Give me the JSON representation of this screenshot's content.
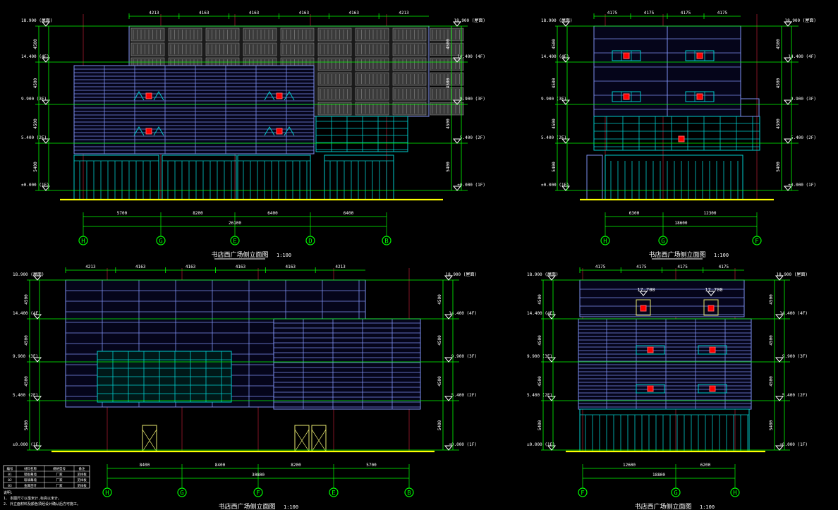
{
  "colors": {
    "background": "#000000",
    "wall": "#7d8ff0",
    "glass": "#00cccc",
    "dimension": "#00ff00",
    "gridline": "#ff2a4a",
    "ground": "#ffff00",
    "level_marker": "#ffffff",
    "window_red": "#ff0000",
    "louver": "#8c8c8c",
    "text": "#ffffff",
    "frame_yellow": "#e8e870"
  },
  "views": {
    "v1": {
      "title": "书店西广场侧立面图",
      "scale": "1:100",
      "levels": [
        "18.900 (屋面)",
        "14.400 (4F)",
        "9.900 (3F)",
        "5.400 (2F)",
        "±0.000 (1F)"
      ],
      "grid_labels": [
        "H",
        "G",
        "E",
        "D",
        "B"
      ],
      "spans": [
        "5700",
        "8200",
        "6400",
        "6400"
      ],
      "total": "26100",
      "top_dims": [
        "4213",
        "4163",
        "4163",
        "4163",
        "4163",
        "4213"
      ],
      "side_dims": [
        "4500",
        "4500",
        "4500",
        "5400"
      ]
    },
    "v2": {
      "title": "书店西广场侧立面图",
      "scale": "1:100",
      "levels": [
        "18.900 (屋面)",
        "14.400 (4F)",
        "9.900 (3F)",
        "5.400 (2F)",
        "±0.000 (1F)"
      ],
      "grid_labels": [
        "H",
        "G",
        "F"
      ],
      "spans": [
        "6300",
        "12300"
      ],
      "total": "18600",
      "top_dims": [
        "4175",
        "4175",
        "4175",
        "4175"
      ],
      "side_dims": [
        "4500",
        "4500",
        "4500",
        "5400"
      ]
    },
    "v3": {
      "title": "书店西广场侧立面图",
      "scale": "1:100",
      "levels": [
        "18.900 (屋面)",
        "14.400 (4F)",
        "9.900 (3F)",
        "5.400 (2F)",
        "±0.000 (1F)"
      ],
      "grid_labels": [
        "H",
        "G",
        "F",
        "E",
        "B"
      ],
      "spans": [
        "8400",
        "8400",
        "8200",
        "5700"
      ],
      "total": "30800",
      "top_dims": [
        "4213",
        "4163",
        "4163",
        "4163",
        "4163",
        "4213"
      ],
      "side_dims": [
        "4500",
        "4500",
        "4500",
        "5400"
      ]
    },
    "v4": {
      "title": "书店西广场侧立面图",
      "scale": "1:100",
      "levels": [
        "18.900 (屋面)",
        "14.400 (4F)",
        "9.900 (3F)",
        "5.400 (2F)",
        "±0.000 (1F)"
      ],
      "grid_labels": [
        "F",
        "G",
        "H"
      ],
      "spans": [
        "12600",
        "6200"
      ],
      "total": "18800",
      "top_dims": [
        "4175",
        "4175",
        "4175",
        "4175"
      ],
      "side_dims": [
        "4500",
        "4500",
        "4500",
        "5400"
      ],
      "roof_marks": [
        "17.700",
        "17.700"
      ]
    }
  },
  "legend": {
    "header": [
      "编号",
      "材料名称",
      "规格型号",
      "备注"
    ],
    "rows": [
      [
        "01",
        "铝板幕墙",
        "厂家",
        "见样板"
      ],
      [
        "02",
        "玻璃幕墙",
        "厂家",
        "见样板"
      ],
      [
        "03",
        "金属百叶",
        "厂家",
        "见样板"
      ]
    ]
  },
  "notes": [
    "说明:",
    "1. 本图尺寸以毫米计,标高以米计。",
    "2. 外立面材料及颜色须经设计确认后方可施工。"
  ]
}
